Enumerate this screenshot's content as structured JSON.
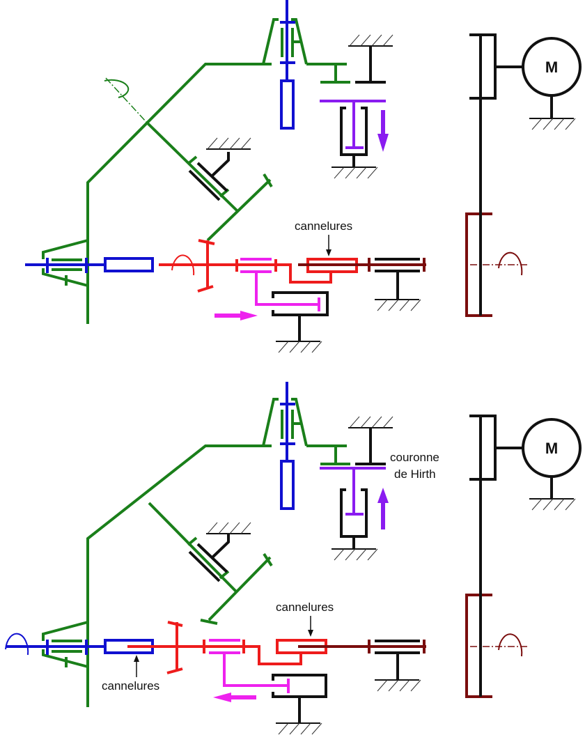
{
  "diagram": {
    "title": "Kinematic diagram — two configurations of a geared mechanism with motor, splines and Hirth coupling",
    "colors": {
      "green": "#1a7f1a",
      "blue": "#1010d0",
      "red": "#ee1c1c",
      "darkred": "#7a0d0d",
      "magenta": "#ee22ee",
      "purple": "#8a1cf0",
      "black": "#111111"
    },
    "top": {
      "motor_label": "M",
      "splines_label": "cannelures",
      "purple_arrow": "down",
      "magenta_arrow": "right"
    },
    "bottom": {
      "motor_label": "M",
      "splines_label_right": "cannelures",
      "splines_label_left": "cannelures",
      "hirth_label_line1": "couronne",
      "hirth_label_line2": "de Hirth",
      "purple_arrow": "up",
      "magenta_arrow": "left"
    }
  }
}
